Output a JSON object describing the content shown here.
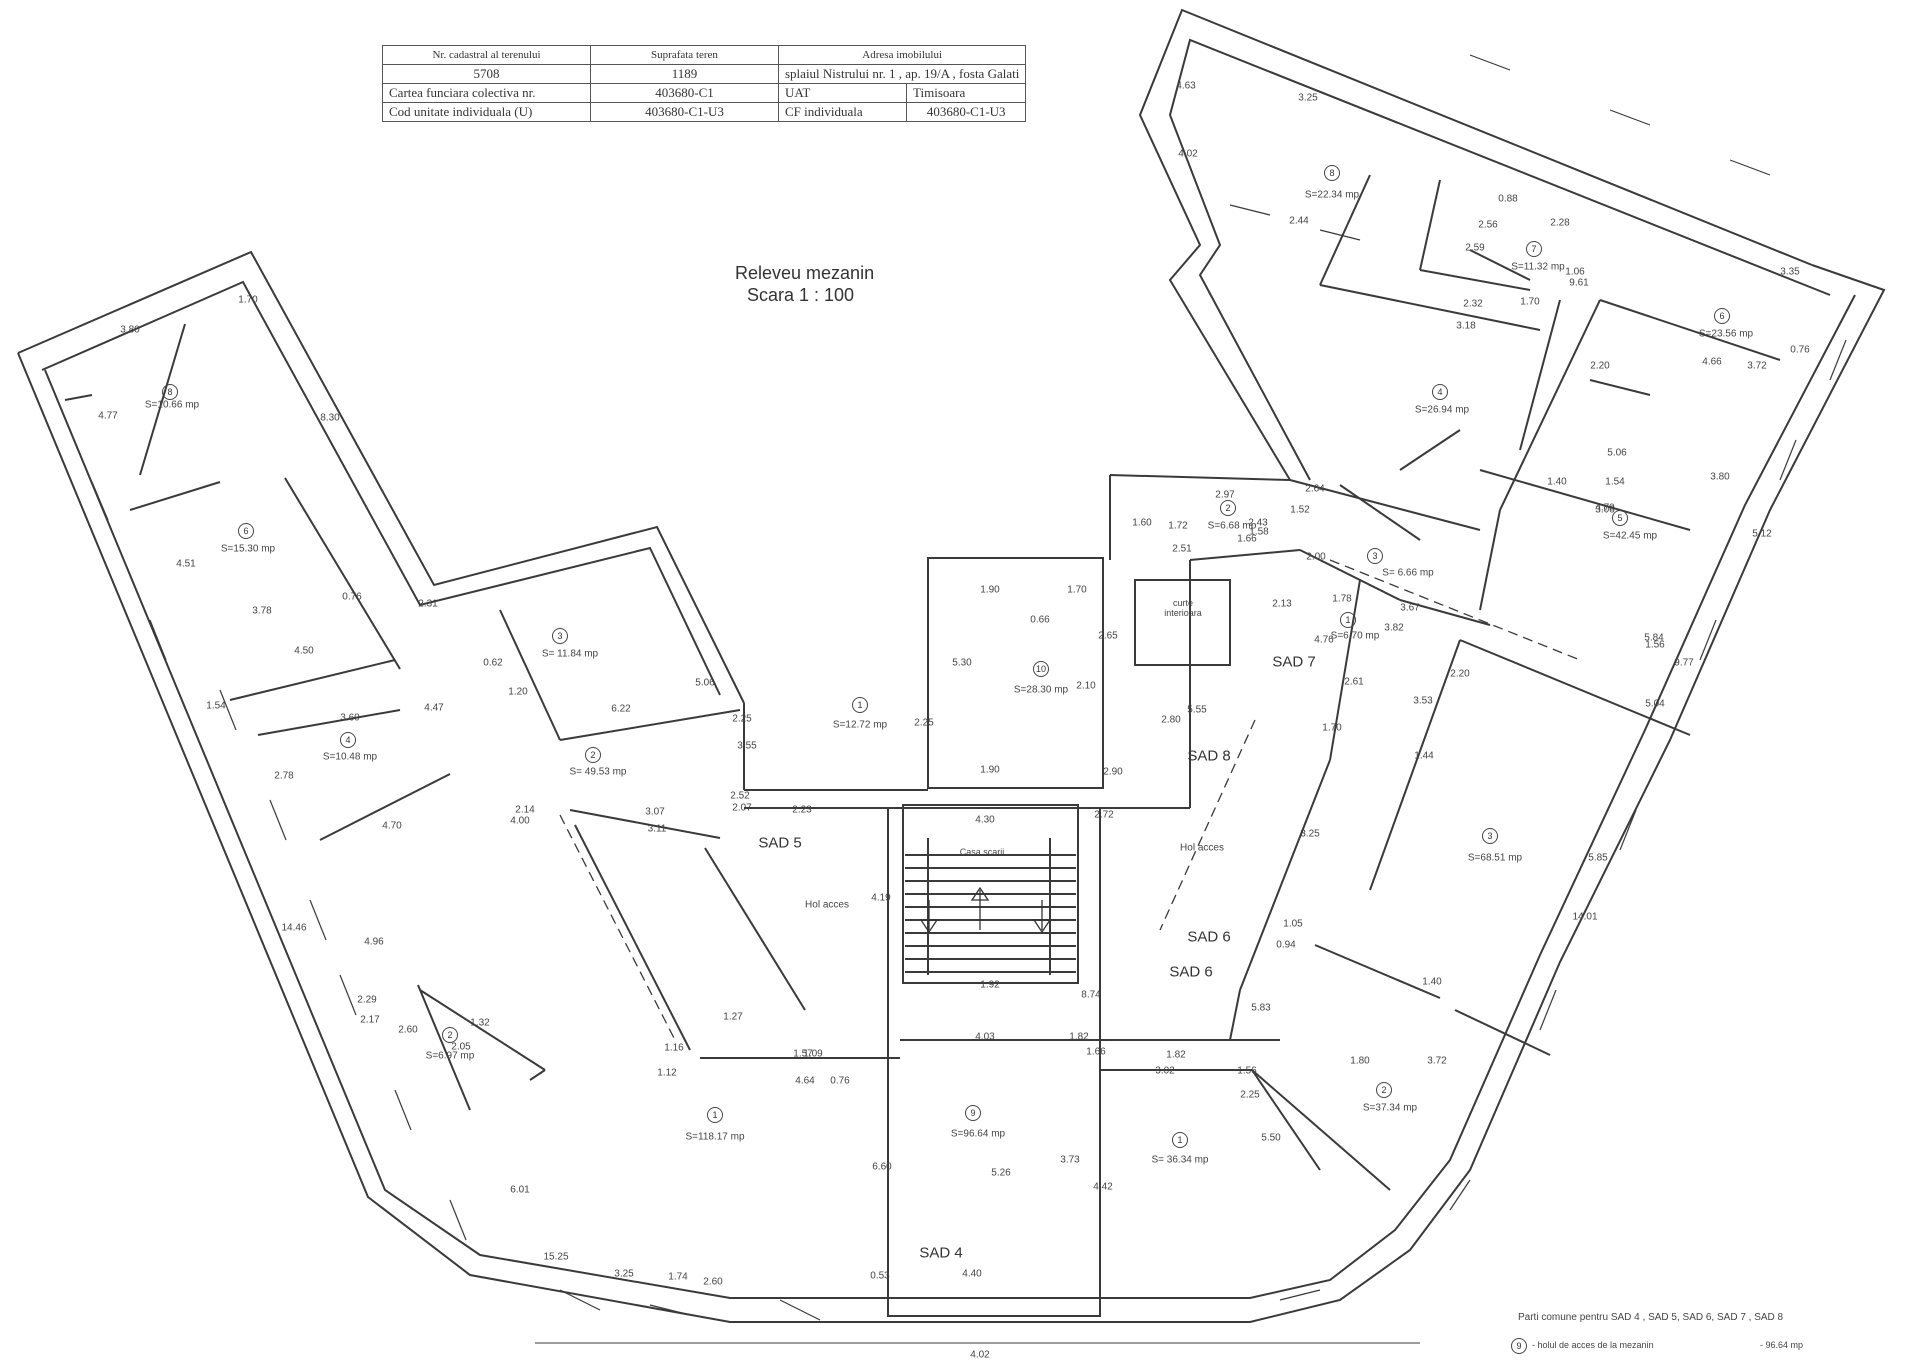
{
  "info_table": {
    "h_cadastral": "Nr. cadastral al terenului",
    "h_suprafata": "Suprafata teren",
    "h_adresa": "Adresa imobilului",
    "cadastral": "5708",
    "suprafata": "1189",
    "adresa": "splaiul Nistrului nr. 1 , ap. 19/A , fosta Galati",
    "l_carte": "Cartea funciara colectiva nr.",
    "carte": "403680-C1",
    "l_uat": "UAT",
    "uat": "Timisoara",
    "l_cod": "Cod unitate individuala (U)",
    "cod": "403680-C1-U3",
    "l_cf": "CF individuala",
    "cf": "403680-C1-U3"
  },
  "title": "Releveu mezanin",
  "scale": "Scara 1 : 100",
  "rooms": [
    {
      "id": "r8l",
      "no": "8",
      "area": "S=10.66 mp"
    },
    {
      "id": "r6l",
      "no": "6",
      "area": "S=15.30 mp"
    },
    {
      "id": "r3l",
      "no": "3",
      "area": "S= 11.84 mp"
    },
    {
      "id": "r4l",
      "no": "4",
      "area": "S=10.48 mp"
    },
    {
      "id": "r2l",
      "no": "2",
      "area": "S= 49.53 mp"
    },
    {
      "id": "r1c",
      "no": "1",
      "area": "S=12.72 mp"
    },
    {
      "id": "r10",
      "no": "10",
      "area": "S=28.30 mp"
    },
    {
      "id": "r2s",
      "no": "2",
      "area": "S=6.97 mp"
    },
    {
      "id": "r1l",
      "no": "1",
      "area": "S=118.17 mp"
    },
    {
      "id": "r9",
      "no": "9",
      "area": "S=96.64 mp"
    },
    {
      "id": "r1r",
      "no": "1",
      "area": "S= 36.34 mp"
    },
    {
      "id": "r2r",
      "no": "2",
      "area": "S=37.34 mp"
    },
    {
      "id": "r3r",
      "no": "3",
      "area": "S=68.51 mp"
    },
    {
      "id": "r1m",
      "no": "1",
      "area": "S=6.70 mp"
    },
    {
      "id": "r2m",
      "no": "2",
      "area": "S=6.68 mp"
    },
    {
      "id": "r3m",
      "no": "3",
      "area": "S= 6.66 mp"
    },
    {
      "id": "r4m",
      "no": "4",
      "area": "S=26.94 mp"
    },
    {
      "id": "r5m",
      "no": "5",
      "area": "S=42.45 mp"
    },
    {
      "id": "r6m",
      "no": "6",
      "area": "S=23.56 mp"
    },
    {
      "id": "r7m",
      "no": "7",
      "area": "S=11.32 mp"
    },
    {
      "id": "r8m",
      "no": "8",
      "area": "S=22.34 mp"
    }
  ],
  "labels": {
    "hol_left": "Hol acces",
    "hol_right": "Hol acces",
    "casa_scari": "Casa scarii",
    "curte": "curte interioara"
  },
  "sad": [
    "SAD 4",
    "SAD 5",
    "SAD 6",
    "SAD 6",
    "SAD 7",
    "SAD 8"
  ],
  "dims": [
    "3.80",
    "1.70",
    "8.30",
    "4.77",
    "4.51",
    "3.78",
    "0.76",
    "2.31",
    "4.50",
    "1.54",
    "3.60",
    "2.78",
    "4.47",
    "4.70",
    "4.00",
    "14.46",
    "4.96",
    "2.14",
    "3.07",
    "3.11",
    "0.62",
    "1.20",
    "6.22",
    "5.06",
    "3.55",
    "2.25",
    "2.25",
    "2.07",
    "2.23",
    "4.30",
    "2.72",
    "1.90",
    "1.70",
    "0.66",
    "5.30",
    "2.10",
    "2.65",
    "2.80",
    "5.55",
    "1.90",
    "2.90",
    "2.52",
    "1.27",
    "1.16",
    "1.12",
    "4.64",
    "0.76",
    "1.57",
    "1.09",
    "4.03",
    "1.82",
    "1.66",
    "1.82",
    "3.02",
    "1.56",
    "2.25",
    "5.50",
    "1.80",
    "3.72",
    "6.60",
    "5.26",
    "3.73",
    "4.42",
    "4.40",
    "0.53",
    "2.60",
    "1.74",
    "3.25",
    "15.25",
    "6.01",
    "4.02",
    "2.29",
    "2.17",
    "2.60",
    "2.05",
    "1.32",
    "4.19",
    "1.92",
    "8.74",
    "1.40",
    "1.05",
    "0.94",
    "5.83",
    "3.25",
    "1.44",
    "3.53",
    "2.61",
    "1.70",
    "2.20",
    "5.85",
    "14.01",
    "9.77",
    "5.84",
    "5.04",
    "1.56",
    "4.70",
    "5.12",
    "1.54",
    "1.40",
    "3.06",
    "5.06",
    "2.20",
    "4.66",
    "3.80",
    "3.72",
    "0.76",
    "3.35",
    "3.18",
    "2.32",
    "0.88",
    "2.28",
    "2.56",
    "2.59",
    "1.70",
    "9.61",
    "1.06",
    "3.25",
    "4.63",
    "4.02",
    "2.44",
    "2.97",
    "1.72",
    "2.51",
    "1.60",
    "1.66",
    "2.43",
    "1.58",
    "2.64",
    "1.52",
    "2.00",
    "2.13",
    "4.76",
    "3.67",
    "1.78",
    "3.82"
  ],
  "legend_common": "Parti comune pentru SAD 4 , SAD 5, SAD 6, SAD 7 , SAD 8",
  "legend_hol_no": "9",
  "legend_hol_text": "- holul de acces de la mezanin",
  "legend_hol_area": "- 96.64 mp"
}
